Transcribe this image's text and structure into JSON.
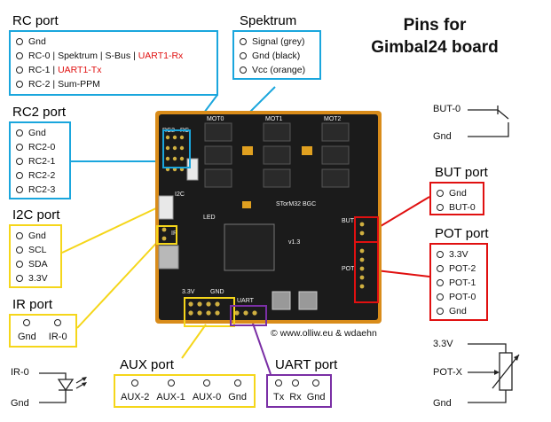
{
  "title": {
    "line1": "Pins for",
    "line2": "Gimbal24 board"
  },
  "rc_port": {
    "heading": "RC port",
    "pins": [
      {
        "parts": [
          {
            "t": "Gnd",
            "c": ""
          }
        ]
      },
      {
        "parts": [
          {
            "t": "RC-0 | Spektrum | S-Bus | ",
            "c": ""
          },
          {
            "t": "UART1-Rx",
            "c": "red"
          }
        ]
      },
      {
        "parts": [
          {
            "t": "RC-1 | ",
            "c": ""
          },
          {
            "t": "UART1-Tx",
            "c": "red"
          }
        ]
      },
      {
        "parts": [
          {
            "t": "RC-2 | Sum-PPM",
            "c": ""
          }
        ]
      }
    ]
  },
  "spektrum": {
    "heading": "Spektrum",
    "pins": [
      "Signal (grey)",
      "Gnd (black)",
      "Vcc (orange)"
    ]
  },
  "rc2_port": {
    "heading": "RC2 port",
    "pins": [
      "Gnd",
      "RC2-0",
      "RC2-1",
      "RC2-2",
      "RC2-3"
    ]
  },
  "i2c_port": {
    "heading": "I2C port",
    "pins": [
      "Gnd",
      "SCL",
      "SDA",
      "3.3V"
    ]
  },
  "ir_port": {
    "heading": "IR port",
    "pins": [
      "Gnd",
      "IR-0"
    ]
  },
  "aux_port": {
    "heading": "AUX port",
    "pins": [
      "AUX-2",
      "AUX-1",
      "AUX-0",
      "Gnd"
    ]
  },
  "uart_port": {
    "heading": "UART port",
    "pins": [
      "Tx",
      "Rx",
      "Gnd"
    ]
  },
  "but_port": {
    "heading": "BUT port",
    "pins": [
      "Gnd",
      "BUT-0"
    ]
  },
  "pot_port": {
    "heading": "POT port",
    "pins": [
      "3.3V",
      "POT-2",
      "POT-1",
      "POT-0",
      "Gnd"
    ]
  },
  "but_schematic": {
    "top": "BUT-0",
    "bottom": "Gnd"
  },
  "pot_schematic": {
    "top": "3.3V",
    "mid": "POT-X",
    "bottom": "Gnd"
  },
  "ir_schematic": {
    "top": "IR-0",
    "bottom": "Gnd"
  },
  "copyright": "© www.olliw.eu & wdaehn",
  "board": {
    "silk_brand": "STorM32 BGC",
    "silk_version": "v1.3",
    "silk_labels": [
      "RC2",
      "RC",
      "MOT0",
      "MOT1",
      "MOT2",
      "I2C",
      "LED",
      "IR",
      "UART",
      "GND",
      "3.3V",
      "BUT",
      "POT"
    ]
  },
  "colors": {
    "cyan": "#1aa6dd",
    "yellow": "#f5d61a",
    "red": "#e01010",
    "purple": "#7a2fa5",
    "pcb": "#1b1b1b",
    "pcb_edge": "#d98c1a"
  }
}
